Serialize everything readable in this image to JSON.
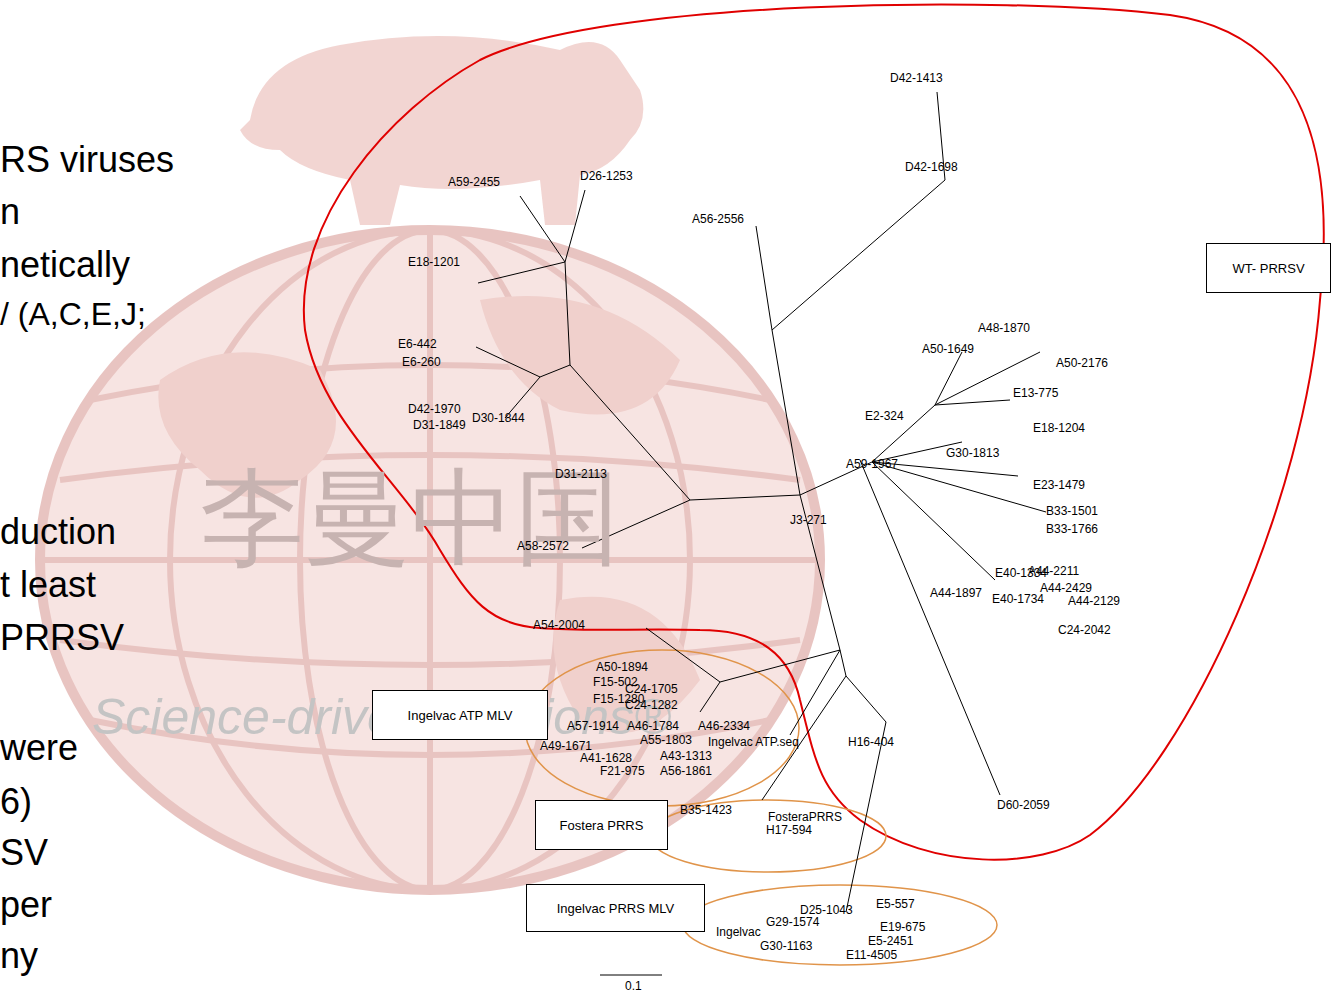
{
  "diagram": {
    "nodes": [
      {
        "text": [
          "Ingelvac ATP MLV"
        ]
      },
      {
        "text": [
          "Fostera PRRS"
        ]
      },
      {
        "text": [
          "Ingelvac PRRS  MLV"
        ]
      },
      {
        "text": [
          "WT- PRRSV"
        ]
      }
    ],
    "labels": [
      "RS viruses",
      "n",
      "netically",
      "/ (A,C,E,J;",
      "duction",
      "t least",
      "PRRSV",
      "were",
      "6)",
      "SV",
      "per",
      "ny",
      "李曼中国",
      "Science-driven solutions®",
      "D42-1413",
      "D42-1698",
      "A59-2455",
      "D26-1253",
      "A56-2556",
      "E18-1201",
      "E6-442",
      "E6-260",
      "D42-1970",
      "D31-1849",
      "D30-1844",
      "D31-2113",
      "A58-2572",
      "J3-271",
      "A48-1870",
      "A50-1649",
      "A50-2176",
      "E13-775",
      "E2-324",
      "E18-1204",
      "G30-1813",
      "A59-1967",
      "E23-1479",
      "B33-1501",
      "B33-1766",
      "E40-1334",
      "A44-2211",
      "A44-1897",
      "E40-1734",
      "A44-2429",
      "A44-2129",
      "C24-2042",
      "D60-2059",
      "A54-2004",
      "A50-1894",
      "F15-502",
      "C24-1705",
      "F15-1280",
      "C24-1282",
      "A57-1914",
      "A46-1784",
      "A55-1803",
      "A46-2334",
      "A49-1671",
      "A41-1628",
      "A43-1313",
      "A56-1861",
      "F21-975",
      "Ingelvac ATP.seq",
      "H16-404",
      "B35-1423",
      "FosteraPRRS",
      "H17-594",
      "D25-1043",
      "G29-1574",
      "E5-557",
      "E19-675",
      "Ingelvac",
      "E5-2451",
      "E11-4505",
      "G30-1163",
      "0.1"
    ]
  }
}
